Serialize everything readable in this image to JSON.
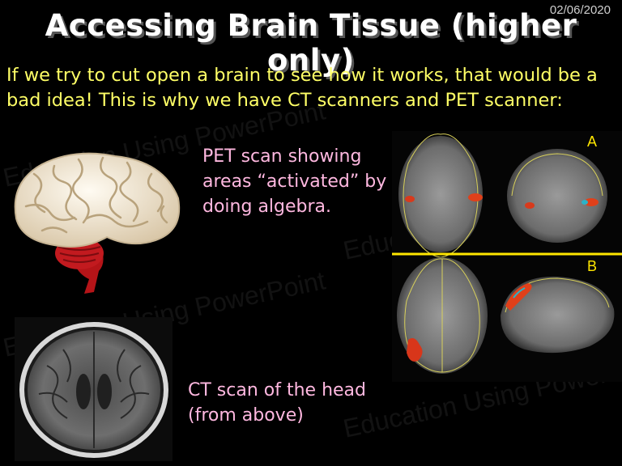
{
  "slide": {
    "date": "02/06/2020",
    "title": "Accessing Brain Tissue (higher only)",
    "intro": "If we try to cut open a brain to see how it works, that would be a bad idea!  This is why we have CT scanners and PET scanner:",
    "pet_caption": "PET scan showing areas “activated” by doing algebra.",
    "ct_caption": "CT scan of the head (from above)",
    "pet_label_a": "A",
    "pet_label_b": "B",
    "watermark": "Education Using PowerPoint"
  },
  "colors": {
    "background": "#000000",
    "intro_text": "#ffff66",
    "caption_text": "#ffb8e0",
    "divider": "#ffe600"
  }
}
